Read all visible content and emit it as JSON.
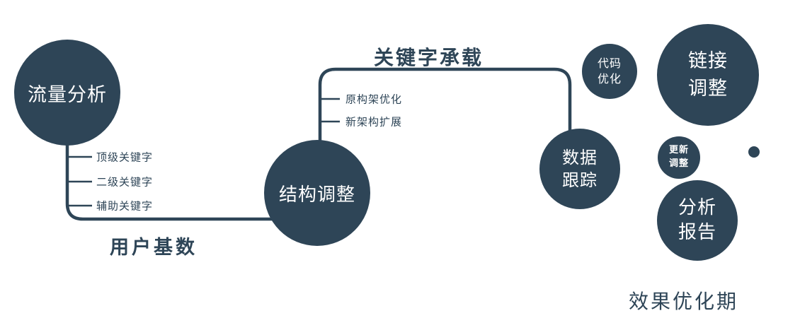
{
  "diagram": {
    "colors": {
      "primary": "#2e4557",
      "node_text": "#ffffff",
      "background": "#ffffff"
    },
    "nodes": {
      "traffic_analysis": {
        "label": "流量分析"
      },
      "structure_adjust": {
        "label": "结构调整"
      },
      "data_tracking": {
        "lines": [
          "数据",
          "跟踪"
        ]
      },
      "code_optimization": {
        "lines": [
          "代码",
          "优化"
        ]
      },
      "link_adjustment": {
        "lines": [
          "链接",
          "调整"
        ]
      },
      "update_adjustment": {
        "lines": [
          "更新",
          "调整"
        ]
      },
      "analysis_report": {
        "lines": [
          "分析",
          "报告"
        ]
      }
    },
    "edge_labels": {
      "user_base": "用户基数",
      "keyword_carrying": "关键字承载"
    },
    "branch_labels": {
      "traffic": [
        "顶级关键字",
        "二级关键字",
        "辅助关键字"
      ],
      "structure": [
        "原构架优化",
        "新架构扩展"
      ]
    },
    "caption": "效果优化期"
  }
}
